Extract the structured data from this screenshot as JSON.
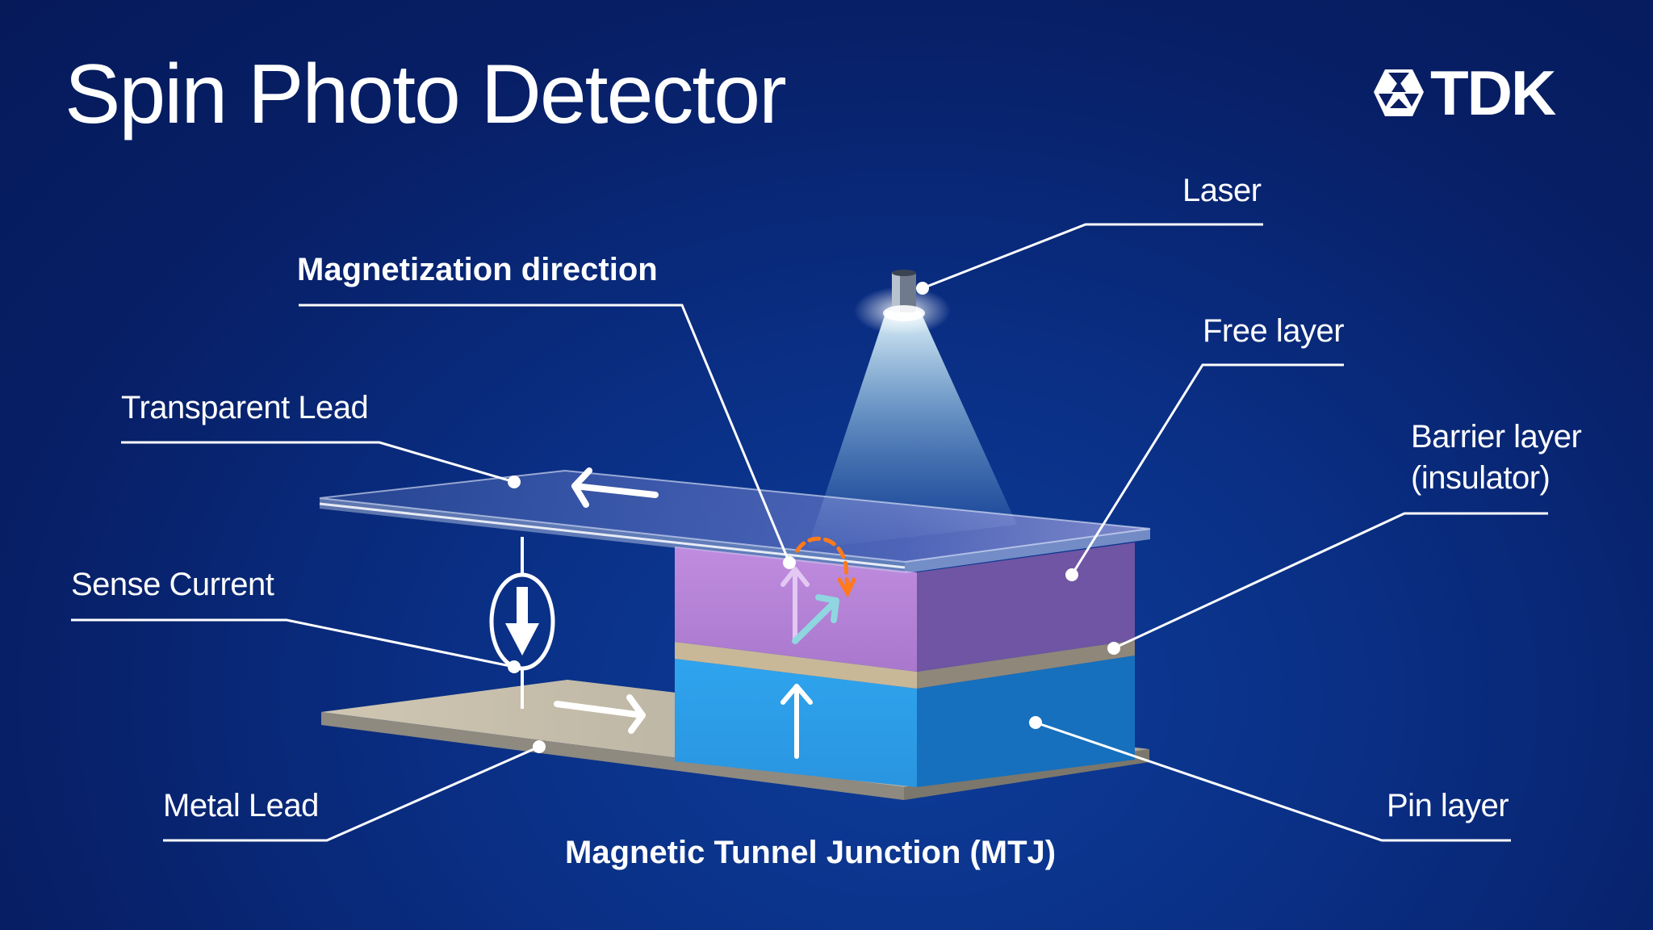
{
  "title": "Spin Photo Detector",
  "brand": {
    "name": "TDK",
    "icon": "tdk-triangle-logo-icon"
  },
  "labels": {
    "laser": "Laser",
    "magnetization_direction": "Magnetization direction",
    "free_layer": "Free layer",
    "transparent_lead": "Transparent Lead",
    "barrier_layer_line1": "Barrier layer",
    "barrier_layer_line2": "(insulator)",
    "sense_current": "Sense Current",
    "metal_lead": "Metal Lead",
    "pin_layer": "Pin layer",
    "mtj": "Magnetic Tunnel Junction (MTJ)"
  },
  "colors": {
    "background": "#0a2f85",
    "free_layer": "#b07fd4",
    "barrier_layer": "#c9b89a",
    "pin_layer": "#2b9be6",
    "metal_lead": "#bdb5a0",
    "rotation_arrow": "#ff7a1a",
    "tilted_magnetization": "#8fd6e0",
    "laser_beam": "#d8f4ff"
  },
  "arrows": {
    "transparent_lead_current": "left-arrow",
    "metal_lead_current": "right-arrow",
    "pin_layer_magnetization": "up-arrow",
    "free_layer_magnetization_initial": "up-arrow",
    "free_layer_magnetization_rotated": "diagonal-up-right-arrow",
    "rotation": "dashed-curved-arrow",
    "sense_current_symbol": "current-source-down-arrow"
  }
}
